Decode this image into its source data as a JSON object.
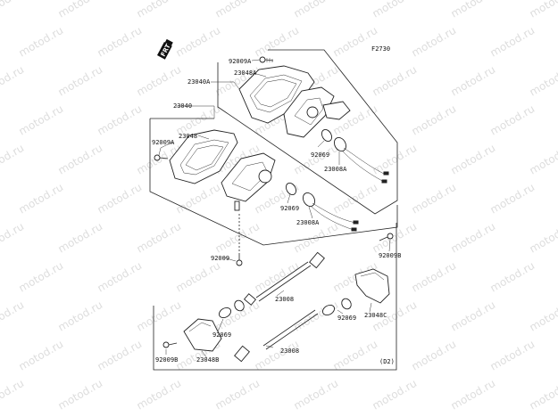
{
  "diagram": {
    "ref_code": "F2730",
    "page_marker": "(D2)",
    "watermark": "motod.ru",
    "logo_text": "FRT",
    "parts": [
      {
        "id": "p1",
        "label": "92009A"
      },
      {
        "id": "p2",
        "label": "23048A"
      },
      {
        "id": "p3",
        "label": "23040A"
      },
      {
        "id": "p4",
        "label": "23040"
      },
      {
        "id": "p5",
        "label": "92009A"
      },
      {
        "id": "p6",
        "label": "23048"
      },
      {
        "id": "p7",
        "label": "92069"
      },
      {
        "id": "p8",
        "label": "23008A"
      },
      {
        "id": "p9",
        "label": "92069"
      },
      {
        "id": "p10",
        "label": "23008A"
      },
      {
        "id": "p11",
        "label": "92009"
      },
      {
        "id": "p12",
        "label": "92009B"
      },
      {
        "id": "p13",
        "label": "23008"
      },
      {
        "id": "p14",
        "label": "92069"
      },
      {
        "id": "p15",
        "label": "23048C"
      },
      {
        "id": "p16",
        "label": "92069"
      },
      {
        "id": "p17",
        "label": "23008"
      },
      {
        "id": "p18",
        "label": "92009B"
      },
      {
        "id": "p19",
        "label": "23048B"
      }
    ]
  }
}
